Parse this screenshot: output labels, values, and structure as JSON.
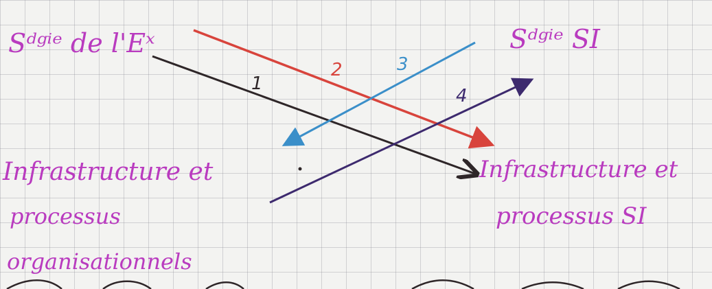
{
  "labels": {
    "top_left": "Sᵈᵍⁱᵉ de l'Eˣ",
    "top_right": "Sᵈᵍⁱᵉ SI",
    "mid_left_line1": "Infrastructure et",
    "mid_left_line2": "processus",
    "mid_left_line3": "organisationnels",
    "mid_right_line1": "Infrastructure et",
    "mid_right_line2": "processus SI"
  },
  "arrows": [
    {
      "number": "1",
      "color": "#2e2628"
    },
    {
      "number": "2",
      "color": "#d8443c"
    },
    {
      "number": "3",
      "color": "#3b8fc9"
    },
    {
      "number": "4",
      "color": "#3d2a6e"
    }
  ]
}
